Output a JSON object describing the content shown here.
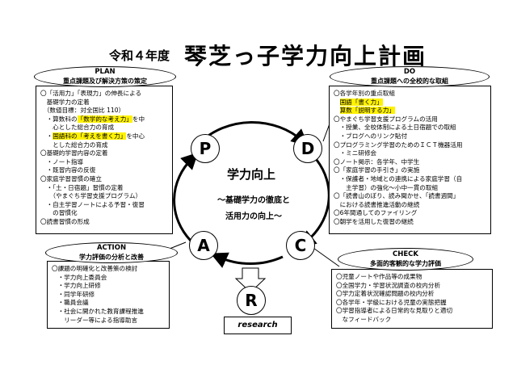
{
  "title": {
    "prefix": "令和４年度",
    "main": "琴芝っ子学力向上計画"
  },
  "plan": {
    "label": "PLAN",
    "subtitle": "重点課題及び解決方策の策定",
    "lines": [
      {
        "t": "〇「活用力」「表現力」の伸長による"
      },
      {
        "t": "　基礎学力の定着"
      },
      {
        "t": "　（数値目標：対全国比 110）"
      },
      {
        "t": "　・算数科の",
        "h": "「数学的な考え力」",
        "a": "を中"
      },
      {
        "t": "　　心とした総合力の育成"
      },
      {
        "t": "　・",
        "h": "国語科の「考えを書く力」",
        "a": "を中心"
      },
      {
        "t": "　　とした総合力の育成"
      },
      {
        "t": "〇基礎的学習内容の定着"
      },
      {
        "t": "　・ノート指導"
      },
      {
        "t": "　・既習内容の反復"
      },
      {
        "t": "〇家庭学習習慣の確立"
      },
      {
        "t": "　・「土・日宿題」習慣の定着"
      },
      {
        "t": "　　（やまぐち学習支援プログラム）"
      },
      {
        "t": "　・自主学習ノートによる予習・復習"
      },
      {
        "t": "　　の習慣化"
      },
      {
        "t": "〇読書習慣の形成"
      }
    ]
  },
  "do": {
    "label": "DO",
    "subtitle": "重点課題への全校的な取組",
    "lines": [
      {
        "t": "〇各学年別の重点取組"
      },
      {
        "t": "　",
        "h": "国語「書く力」"
      },
      {
        "t": "　",
        "h": "算数「説明する力」"
      },
      {
        "t": "〇やまぐち学習支援プログラムの活用"
      },
      {
        "t": "　・授業、全校体制による土日宿題での取組"
      },
      {
        "t": "　・ブログへのリンク貼付"
      },
      {
        "t": "〇プログラミング学習のためのＩＣＴ機器活用"
      },
      {
        "t": "　・ミニ研修会"
      },
      {
        "t": "〇ノート掲示：各学年、中学生"
      },
      {
        "t": "〇「家庭学習の手引き」の実施"
      },
      {
        "t": "　・保護者・地域との連携による家庭学習（自"
      },
      {
        "t": "　　主学習）の強化～小中一貫の取組"
      },
      {
        "t": "〇「読書山のぼり、読み聞かせ、「読書週間」"
      },
      {
        "t": "　における読書推進活動の継続"
      },
      {
        "t": "〇6年間通してのファイリング"
      },
      {
        "t": "〇朝学を活用した復習の継続"
      }
    ]
  },
  "action": {
    "label": "ACTION",
    "subtitle": "学力評価の分析と改善",
    "lines": [
      {
        "t": "〇課題の明確化と改善策の検討"
      },
      {
        "t": "　・学力向上委員会"
      },
      {
        "t": "　・学力向上研修"
      },
      {
        "t": "　・同学年研修"
      },
      {
        "t": "　・職員会議"
      },
      {
        "t": "　・社会に開かれた教育課程推進"
      },
      {
        "t": "　　リーダー等による指導助言"
      }
    ]
  },
  "check": {
    "label": "CHECK",
    "subtitle": "多面的客観的な学力評価",
    "lines": [
      {
        "t": "〇児童ノートや作品等の成果物"
      },
      {
        "t": "〇全国学力・学習状況調査の校内分析"
      },
      {
        "t": "〇学力定着状況確認問題の校内分析"
      },
      {
        "t": "〇各学年・学級における児童の実態把握"
      },
      {
        "t": "〇学習指導者による日常的な見取りと適切"
      },
      {
        "t": "　なフィードバック"
      }
    ]
  },
  "cycle": {
    "center_title": "学力向上",
    "center_sub1": "～基礎学力の徹底と",
    "center_sub2": "活用力の向上～",
    "letters": {
      "p": "P",
      "d": "D",
      "a": "A",
      "c": "C",
      "r": "R"
    },
    "research": "research"
  }
}
